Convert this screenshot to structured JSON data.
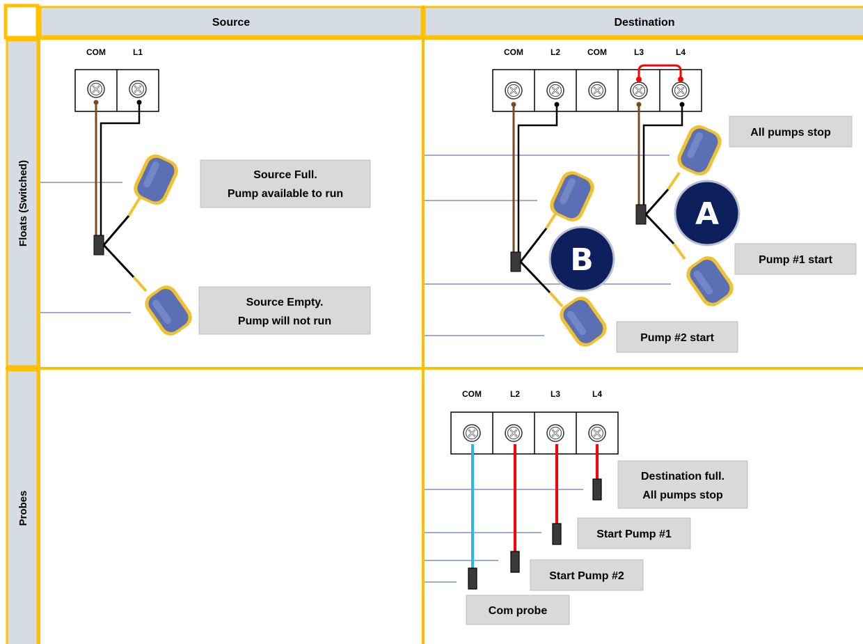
{
  "headers": {
    "source": "Source",
    "destination": "Destination"
  },
  "rows": {
    "floats": "Floats (Switched)",
    "probes": "Probes"
  },
  "source_floats": {
    "terminals": [
      "COM",
      "L1"
    ],
    "labels": [
      "Source Full.",
      "Pump available to run",
      "Source Empty.",
      "Pump will not run"
    ]
  },
  "destination_floats": {
    "terminals": [
      "COM",
      "L2",
      "COM",
      "L3",
      "L4"
    ],
    "labels": [
      "All pumps stop",
      "Pump #1 start",
      "Pump #2 start"
    ],
    "badges": [
      "A",
      "B"
    ]
  },
  "destination_probes": {
    "terminals": [
      "COM",
      "L2",
      "L3",
      "L4"
    ],
    "labels": [
      "Destination full.",
      "All pumps stop",
      "Start Pump #1",
      "Start Pump #2",
      "Com probe"
    ]
  },
  "colors": {
    "grid_border": "#ffc000",
    "header_fill": "#d6dce4",
    "label_fill": "#d9d9d9",
    "badge_fill": "#0d1f5c",
    "wire_brown": "#7b4a1e",
    "wire_black": "#000000",
    "wire_red": "#ff0000",
    "wire_cyan": "#29b6e8",
    "float_body": "#5b6fb5",
    "float_cable": "#f2c12e",
    "level_line": "#3a5ba8"
  }
}
